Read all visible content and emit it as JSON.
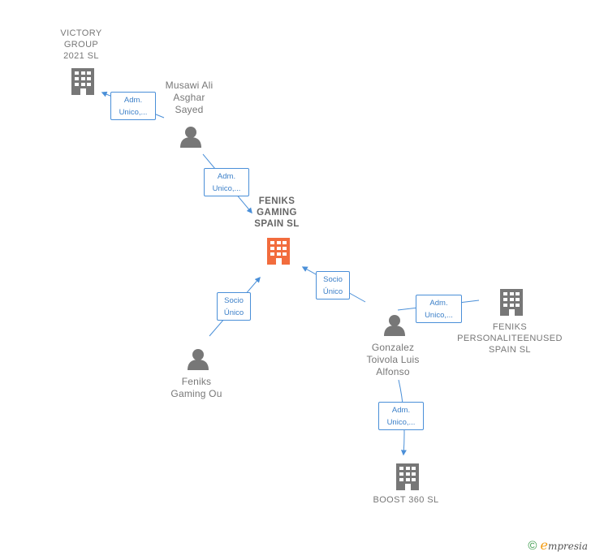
{
  "nodes": {
    "victory_group": {
      "label": "VICTORY\nGROUP\n2021  SL",
      "type": "company"
    },
    "musawi": {
      "label": "Musawi Ali\nAsghar\nSayed",
      "type": "person"
    },
    "feniks_gaming_spain": {
      "label": "FENIKS\nGAMING\nSPAIN  SL",
      "type": "company-main",
      "accent_color": "#f26c3d"
    },
    "feniks_gaming_ou": {
      "label": "Feniks\nGaming Ou",
      "type": "person"
    },
    "gonzalez": {
      "label": "Gonzalez\nToivola Luis\nAlfonso",
      "type": "person"
    },
    "feniks_personaliteenused": {
      "label": "FENIKS\nPERSONALITEENUSED\nSPAIN  SL",
      "type": "company"
    },
    "boost_360": {
      "label": "BOOST 360  SL",
      "type": "company"
    }
  },
  "edges": {
    "musawi_to_victory": {
      "label": "Adm.\nUnico,..."
    },
    "musawi_to_feniks": {
      "label": "Adm.\nUnico,..."
    },
    "ou_to_feniks": {
      "label": "Socio\nÚnico"
    },
    "gonzalez_to_feniks": {
      "label": "Socio\nÚnico"
    },
    "gonzalez_to_personaliteenused": {
      "label": "Adm.\nUnico,..."
    },
    "gonzalez_to_boost": {
      "label": "Adm.\nUnico,..."
    }
  },
  "colors": {
    "edge": "#4a8fd8",
    "company_icon": "#777777",
    "person_icon": "#777777",
    "main_company": "#f26c3d"
  },
  "brand": {
    "copyright": "©",
    "e_letter": "e",
    "rest": "mpresia"
  }
}
